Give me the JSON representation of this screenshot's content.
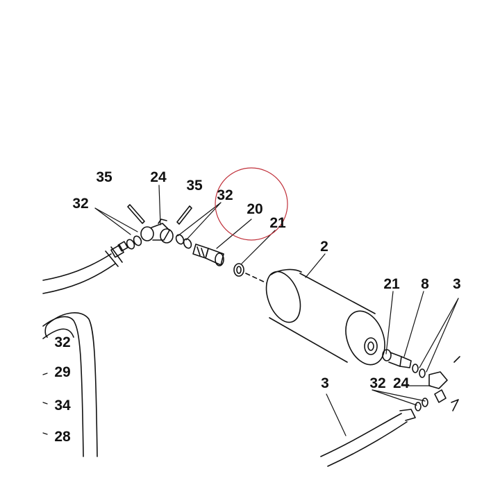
{
  "callouts": {
    "c35a": "35",
    "c24a": "24",
    "c35b": "35",
    "c32a": "32",
    "c32b": "32",
    "c20": "20",
    "c21a": "21",
    "c2": "2",
    "c21b": "21",
    "c8": "8",
    "c3partial": "3",
    "c32c": "32",
    "c29": "29",
    "c34": "34",
    "c28": "28",
    "c3": "3",
    "c32d": "32",
    "c24b": "24"
  },
  "colors": {
    "line": "#111111",
    "highlight_circle": "#c0303a"
  }
}
